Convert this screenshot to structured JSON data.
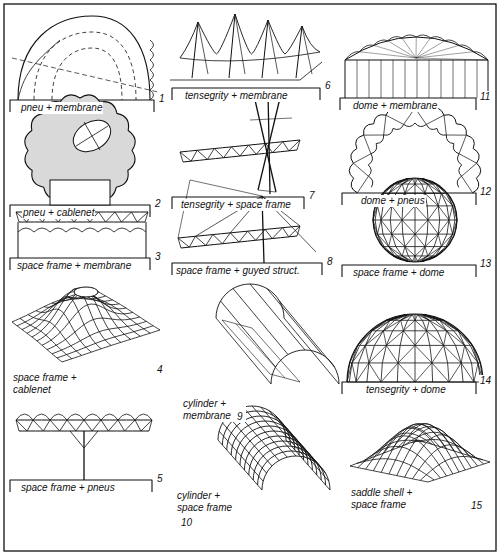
{
  "diagram": {
    "labels": [
      "pneu + membrane",
      "1",
      "tensegrity + membrane",
      "6",
      "dome + membrane",
      "11",
      "pneu + cablenet",
      "2",
      "tensegrity + space frame",
      "7",
      "dome + pneus",
      "12",
      "space frame + membrane",
      "3",
      "space frame + guyed struct.",
      "8",
      "space frame + dome",
      "13",
      "space frame + cablenet",
      "4",
      "cylinder + membrane",
      "9",
      "tensegrity + dome",
      "14",
      "space frame + pneus",
      "5",
      "cylinder + space frame",
      "10",
      "saddle shell + space frame",
      "15"
    ]
  }
}
